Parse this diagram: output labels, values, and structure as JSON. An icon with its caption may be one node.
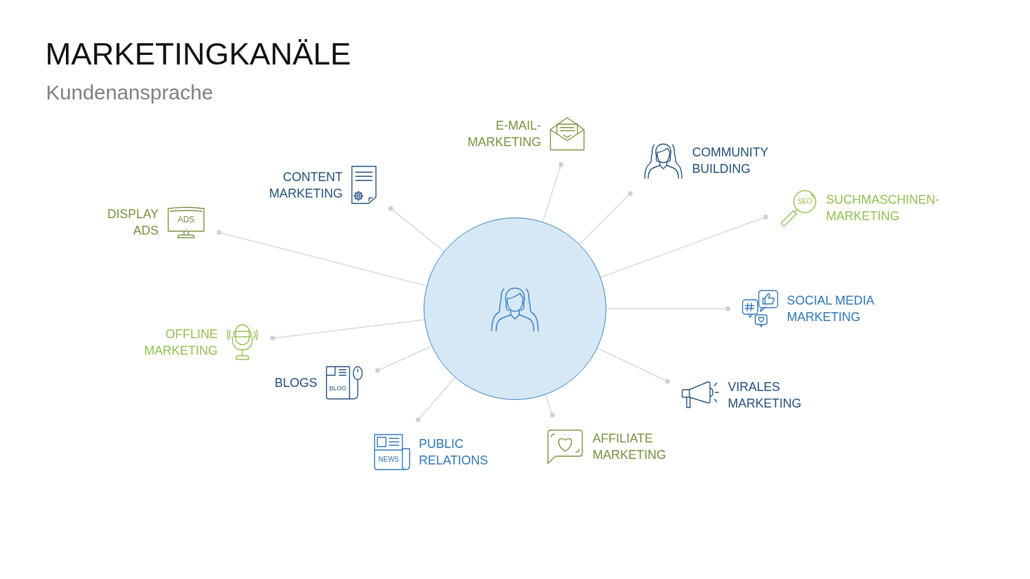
{
  "diagram": {
    "title": "MARKETINGKANÄLE",
    "nodes": [
      {
        "text": [],
        "shape": "circle"
      },
      {
        "text": [
          "E-MAIL-MARKETING"
        ]
      },
      {
        "text": [
          "COMMUNITY BUILDING"
        ]
      },
      {
        "text": [
          "SEO",
          "SUCHMASCHINEN-MARKETING"
        ]
      },
      {
        "text": [
          "SOCIAL MEDIA MARKETING"
        ]
      },
      {
        "text": [
          "VIRALES MARKETING"
        ]
      },
      {
        "text": [
          "AFFILIATE MARKETING"
        ]
      },
      {
        "text": [
          "NEWS",
          "PUBLIC RELATIONS"
        ]
      },
      {
        "text": [
          "BLOGS",
          "BLOG"
        ]
      },
      {
        "text": [
          "OFFLINE MARKETING"
        ]
      },
      {
        "text": [
          "DISPLAY ADS",
          "ADS"
        ]
      },
      {
        "text": [
          "CONTENT MARKETING"
        ]
      }
    ],
    "edges": [
      {
        "from": 0,
        "to": 1,
        "arrow": "other"
      },
      {
        "from": 0,
        "to": 2,
        "arrow": "other"
      },
      {
        "from": 0,
        "to": 3,
        "arrow": "other"
      },
      {
        "from": 0,
        "to": 4,
        "arrow": "other"
      },
      {
        "from": 0,
        "to": 5,
        "arrow": "other"
      },
      {
        "from": 0,
        "to": 6,
        "arrow": "other"
      },
      {
        "from": 0,
        "to": 7,
        "arrow": "other"
      },
      {
        "from": 0,
        "to": 8,
        "arrow": "other"
      },
      {
        "from": 0,
        "to": 9,
        "arrow": "other"
      },
      {
        "from": 0,
        "to": 10,
        "arrow": "other"
      },
      {
        "from": 0,
        "to": 11,
        "arrow": "other"
      }
    ],
    "labels": [
      "Kundenansprache"
    ]
  }
}
